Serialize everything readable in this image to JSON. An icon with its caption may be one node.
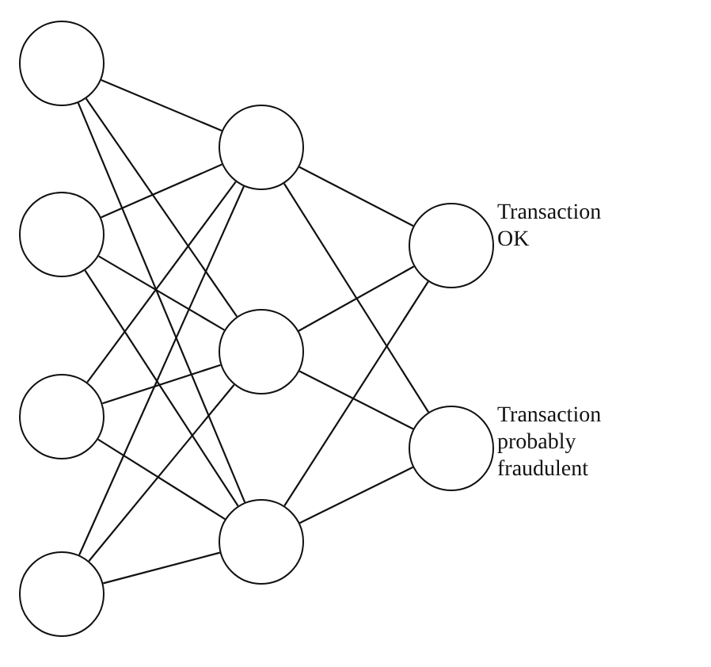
{
  "diagram": {
    "nodes": [
      {
        "text": [],
        "shape": "circle"
      },
      {
        "text": [],
        "shape": "circle"
      },
      {
        "text": [],
        "shape": "circle"
      },
      {
        "text": [],
        "shape": "circle"
      },
      {
        "text": [],
        "shape": "circle"
      },
      {
        "text": [],
        "shape": "circle"
      },
      {
        "text": [],
        "shape": "circle"
      },
      {
        "text": [],
        "shape": "circle",
        "beside": [
          "Transaction OK"
        ]
      },
      {
        "text": [],
        "shape": "circle",
        "beside": [
          "Transaction probably fraudulent"
        ]
      }
    ],
    "edges": [
      {
        "from": 0,
        "to": 4,
        "arrow": "none"
      },
      {
        "from": 0,
        "to": 5,
        "arrow": "none"
      },
      {
        "from": 0,
        "to": 6,
        "arrow": "none"
      },
      {
        "from": 1,
        "to": 4,
        "arrow": "none"
      },
      {
        "from": 1,
        "to": 5,
        "arrow": "none"
      },
      {
        "from": 1,
        "to": 6,
        "arrow": "none"
      },
      {
        "from": 2,
        "to": 4,
        "arrow": "none"
      },
      {
        "from": 2,
        "to": 5,
        "arrow": "none"
      },
      {
        "from": 2,
        "to": 6,
        "arrow": "none"
      },
      {
        "from": 3,
        "to": 4,
        "arrow": "none"
      },
      {
        "from": 3,
        "to": 5,
        "arrow": "none"
      },
      {
        "from": 3,
        "to": 6,
        "arrow": "none"
      },
      {
        "from": 4,
        "to": 7,
        "arrow": "none"
      },
      {
        "from": 4,
        "to": 8,
        "arrow": "none"
      },
      {
        "from": 5,
        "to": 7,
        "arrow": "none"
      },
      {
        "from": 5,
        "to": 8,
        "arrow": "none"
      },
      {
        "from": 6,
        "to": 7,
        "arrow": "none"
      },
      {
        "from": 6,
        "to": 8,
        "arrow": "none"
      }
    ]
  }
}
